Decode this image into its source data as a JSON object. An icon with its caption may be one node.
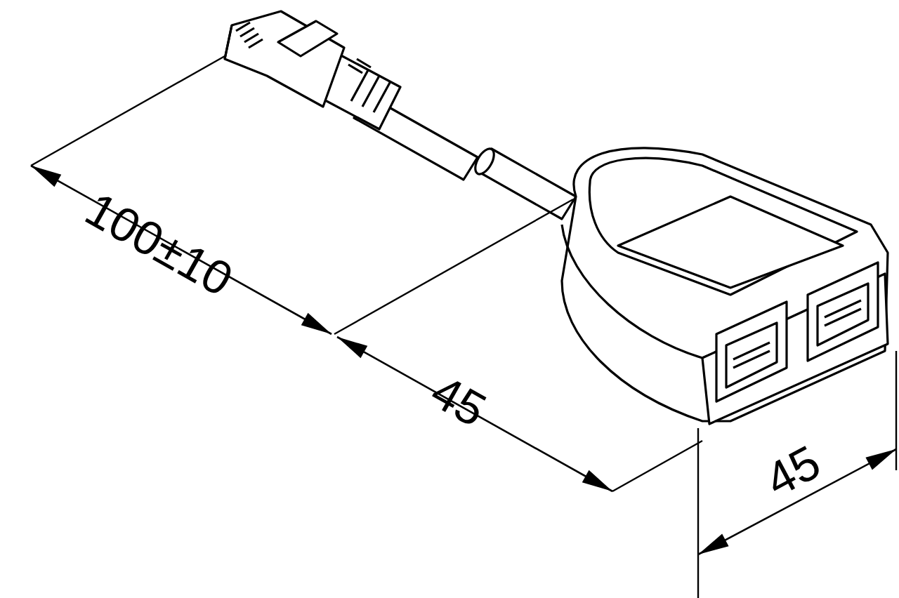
{
  "diagram": {
    "labels": [
      "100±10",
      "45",
      "45"
    ]
  }
}
